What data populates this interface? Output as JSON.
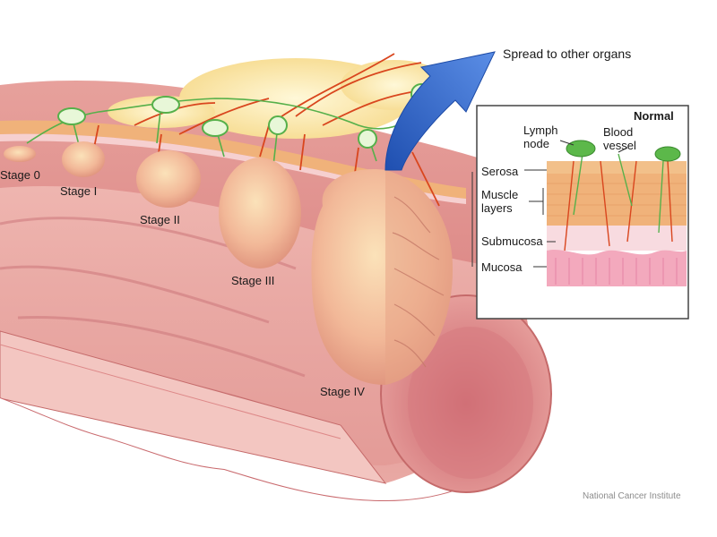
{
  "stages": {
    "stage0": "Stage 0",
    "stage1": "Stage I",
    "stage2": "Stage II",
    "stage3": "Stage III",
    "stage4": "Stage IV"
  },
  "spread_label": "Spread to other organs",
  "inset": {
    "title": "Normal",
    "lymph_node": "Lymph\nnode",
    "blood_vessel": "Blood\nvessel",
    "serosa": "Serosa",
    "muscle_layers": "Muscle\nlayers",
    "submucosa": "Submucosa",
    "mucosa": "Mucosa"
  },
  "credit": "National Cancer Institute",
  "colors": {
    "tissue": "#e9a29e",
    "tissue_dark": "#d46f6f",
    "tumor": "#f2b898",
    "fat": "#fbe6a8",
    "lymph": "#5cb84a",
    "vessel": "#d9461e",
    "arrow": "#2f66c8"
  }
}
